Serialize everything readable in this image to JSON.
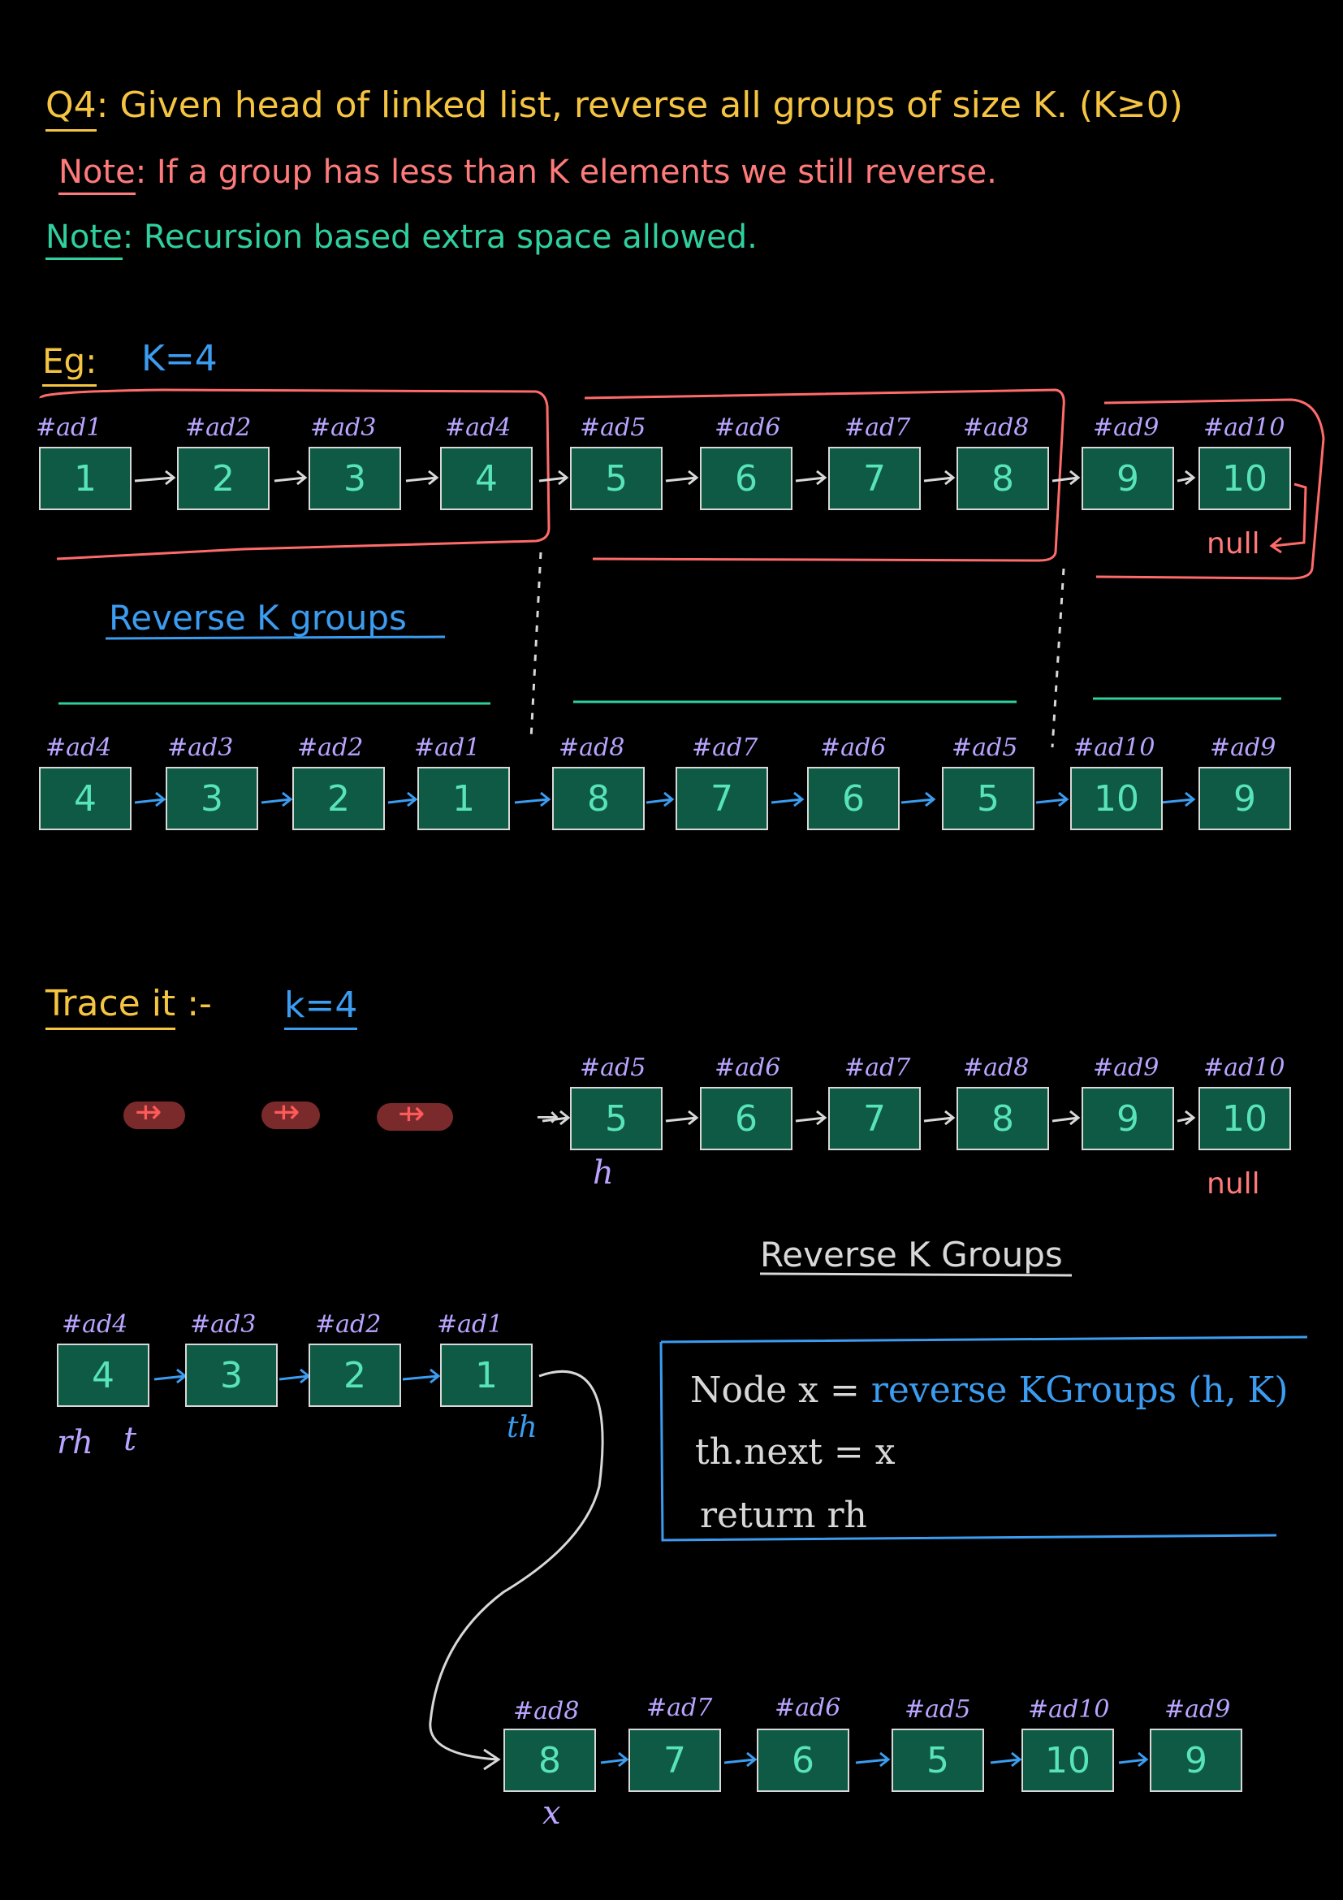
{
  "header": {
    "question_tag": "Q4",
    "question_text": ": Given head of linked list, reverse all groups of size K. (K≥0)",
    "note1_tag": "Note",
    "note1_text": ": If a group has less than K elements we still reverse.",
    "note2_tag": "Note",
    "note2_text": ": Recursion based extra space allowed."
  },
  "example": {
    "label": "Eg:",
    "k_label": "K=4",
    "list1": [
      {
        "addr": "#ad1",
        "val": "1"
      },
      {
        "addr": "#ad2",
        "val": "2"
      },
      {
        "addr": "#ad3",
        "val": "3"
      },
      {
        "addr": "#ad4",
        "val": "4"
      },
      {
        "addr": "#ad5",
        "val": "5"
      },
      {
        "addr": "#ad6",
        "val": "6"
      },
      {
        "addr": "#ad7",
        "val": "7"
      },
      {
        "addr": "#ad8",
        "val": "8"
      },
      {
        "addr": "#ad9",
        "val": "9"
      },
      {
        "addr": "#ad10",
        "val": "10"
      }
    ],
    "null_label": "null",
    "reverse_label": "Reverse K groups",
    "list2": [
      {
        "addr": "#ad4",
        "val": "4"
      },
      {
        "addr": "#ad3",
        "val": "3"
      },
      {
        "addr": "#ad2",
        "val": "2"
      },
      {
        "addr": "#ad1",
        "val": "1"
      },
      {
        "addr": "#ad8",
        "val": "8"
      },
      {
        "addr": "#ad7",
        "val": "7"
      },
      {
        "addr": "#ad6",
        "val": "6"
      },
      {
        "addr": "#ad5",
        "val": "5"
      },
      {
        "addr": "#ad10",
        "val": "10"
      },
      {
        "addr": "#ad9",
        "val": "9"
      }
    ]
  },
  "trace": {
    "label": "Trace it",
    "suffix": ":-",
    "k_label": "k=4",
    "list3": [
      {
        "addr": "#ad5",
        "val": "5"
      },
      {
        "addr": "#ad6",
        "val": "6"
      },
      {
        "addr": "#ad7",
        "val": "7"
      },
      {
        "addr": "#ad8",
        "val": "8"
      },
      {
        "addr": "#ad9",
        "val": "9"
      },
      {
        "addr": "#ad10",
        "val": "10"
      }
    ],
    "h_label": "h",
    "null_label": "null",
    "reverse_label": "Reverse K Groups",
    "list4": [
      {
        "addr": "#ad4",
        "val": "4"
      },
      {
        "addr": "#ad3",
        "val": "3"
      },
      {
        "addr": "#ad2",
        "val": "2"
      },
      {
        "addr": "#ad1",
        "val": "1"
      }
    ],
    "rh_label": "rh",
    "t_label": "t",
    "th_label": "th",
    "code": {
      "line1_a": "Node x = ",
      "line1_b": "reverse KGroups (h, K)",
      "line2": "th.next = x",
      "line3": "return rh"
    },
    "list5": [
      {
        "addr": "#ad8",
        "val": "8"
      },
      {
        "addr": "#ad7",
        "val": "7"
      },
      {
        "addr": "#ad6",
        "val": "6"
      },
      {
        "addr": "#ad5",
        "val": "5"
      },
      {
        "addr": "#ad10",
        "val": "10"
      },
      {
        "addr": "#ad9",
        "val": "9"
      }
    ],
    "x_label": "x"
  },
  "colors": {
    "background": "#000000",
    "node_fill": "#0f5a45",
    "node_text": "#58e4b8",
    "address": "#b9a4ff",
    "question": "#f5c542",
    "note_red": "#ff7a7a",
    "note_green": "#2fcf9e",
    "blue": "#3b9cf0"
  }
}
